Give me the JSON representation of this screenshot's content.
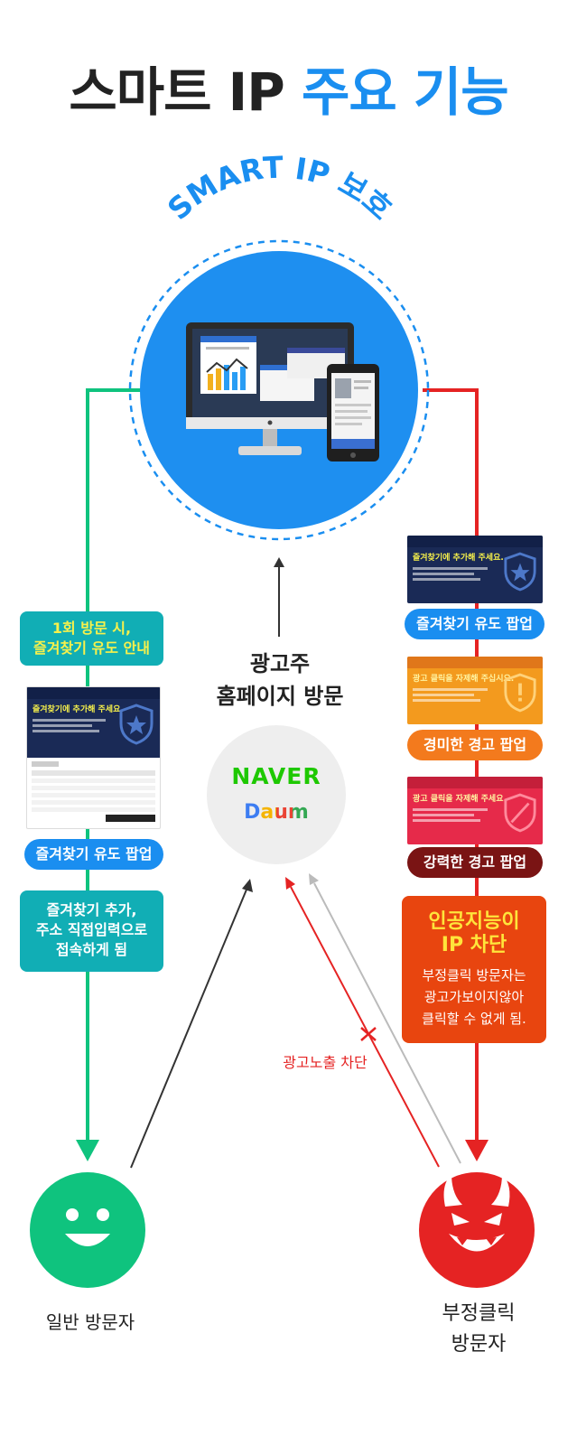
{
  "title": {
    "part1": "스마트 IP",
    "part2": "주요 기능"
  },
  "smart_ip": {
    "arc_label": "SMART IP 보호"
  },
  "advertiser": {
    "line1": "광고주",
    "line2": "홈페이지 방문"
  },
  "portals": {
    "naver": "NAVER",
    "daum": "Daum"
  },
  "left": {
    "first_visit_line1": "1회 방문 시,",
    "first_visit_line2": "즐겨찾기 유도 안내",
    "popup_label": "즐겨찾기 유도 팝업",
    "result_line1": "즐겨찾기 추가,",
    "result_line2": "주소 직접입력으로",
    "result_line3": "접속하게 됨",
    "card_title": "즐겨찾기에 추가해 주세요.",
    "visitor_label": "일반 방문자"
  },
  "right": {
    "popup1_label": "즐겨찾기 유도 팝업",
    "popup2_label": "경미한 경고 팝업",
    "popup3_label": "강력한 경고 팝업",
    "card1_title": "즐겨찾기에 추가해 주세요.",
    "card2_title": "광고 클릭을 자제해 주십시오.",
    "card3_title": "광고 클릭을 자제해 주세요.",
    "ai_title_line1": "인공지능이",
    "ai_title_line2": "IP 차단",
    "ai_desc_line1": "부정클릭 방문자는",
    "ai_desc_line2": "광고가보이지않아",
    "ai_desc_line3": "클릭할 수 없게 됨.",
    "block_label": "광고노출 차단",
    "visitor_line1": "부정클릭",
    "visitor_line2": "방문자"
  },
  "colors": {
    "blue": "#1a8ef0",
    "green": "#0fc37e",
    "red": "#e52323",
    "teal": "#11aeb5",
    "orange": "#f37a1d",
    "maroon": "#7a1414"
  }
}
